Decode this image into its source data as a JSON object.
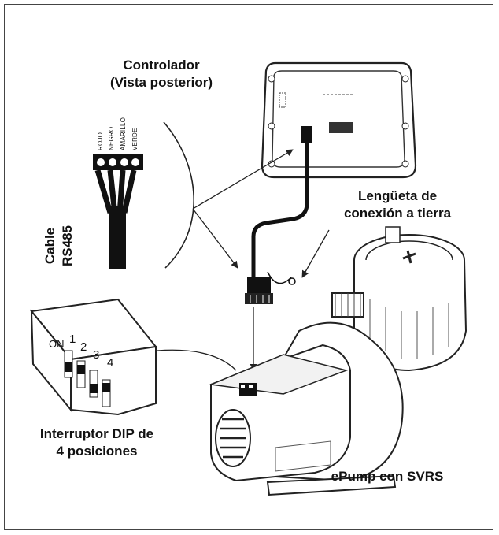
{
  "labels": {
    "controller_line1": "Controlador",
    "controller_line2": "(Vista posterior)",
    "cable_line1": "Cable",
    "cable_line2": "RS485",
    "ground_line1": "Lengüeta de",
    "ground_line2": "conexión a tierra",
    "dip_line1": "Interruptor DIP de",
    "dip_line2": "4 posiciones",
    "pump": "ePump con SVRS"
  },
  "wires": [
    "ROJO",
    "NEGRO",
    "AMARILLO",
    "VERDE"
  ],
  "dip": {
    "on_label": "ON",
    "positions": [
      "1",
      "2",
      "3",
      "4"
    ]
  }
}
